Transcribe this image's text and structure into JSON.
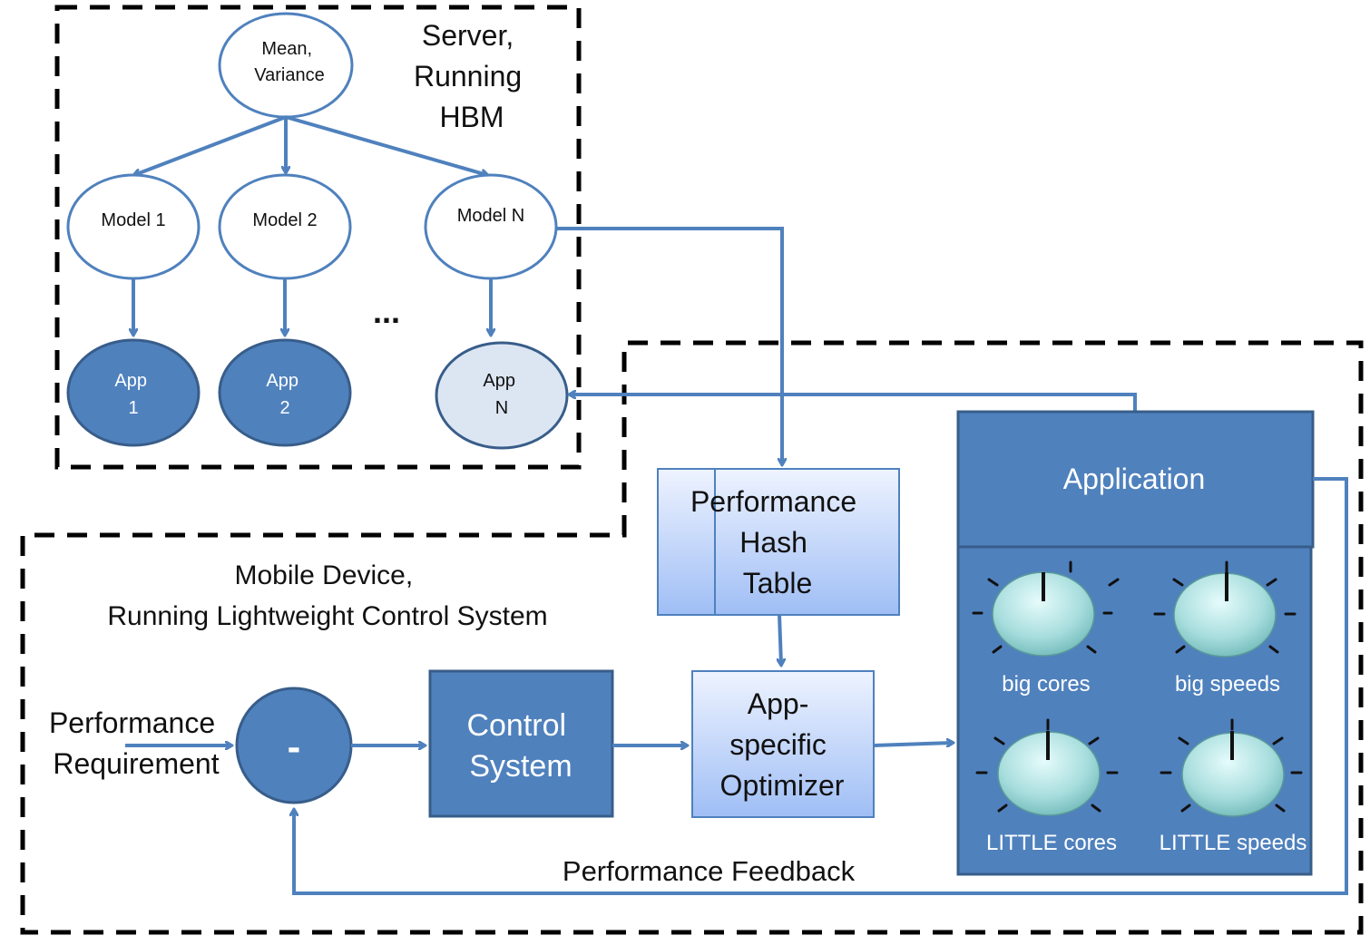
{
  "server": {
    "title_lines": [
      "Server,",
      "Running",
      "HBM"
    ],
    "root_node_lines": [
      "Mean,",
      "Variance"
    ],
    "models": [
      "Model 1",
      "Model 2",
      "Model N"
    ],
    "apps": [
      [
        "App",
        "1"
      ],
      [
        "App",
        "2"
      ],
      [
        "App",
        "N"
      ]
    ],
    "ellipsis": "..."
  },
  "mobile": {
    "title_lines": [
      "Mobile Device,",
      "Running Lightweight Control System"
    ],
    "input_label_lines": [
      "Performance",
      "Requirement"
    ],
    "comparator_symbol": "-",
    "control_system_lines": [
      "Control",
      "System"
    ],
    "optimizer_lines": [
      "App-",
      "specific",
      "Optimizer"
    ],
    "hash_table_lines": [
      "Performance",
      "Hash",
      "Table"
    ],
    "feedback_label": "Performance Feedback"
  },
  "application": {
    "title": "Application",
    "knobs": [
      "big cores",
      "big speeds",
      "LITTLE cores",
      "LITTLE speeds"
    ]
  },
  "colors": {
    "edge_blue": "#4f81bd",
    "box_dark_fill": "#4f81bd",
    "box_dark_stroke": "#385d8a",
    "box_light_fill_top": "#eef3ff",
    "box_light_fill_bottom": "#9fbef5",
    "app_n_fill": "#dce6f2",
    "knob_fill": "#a9dede",
    "dashed_border": "#000000"
  }
}
